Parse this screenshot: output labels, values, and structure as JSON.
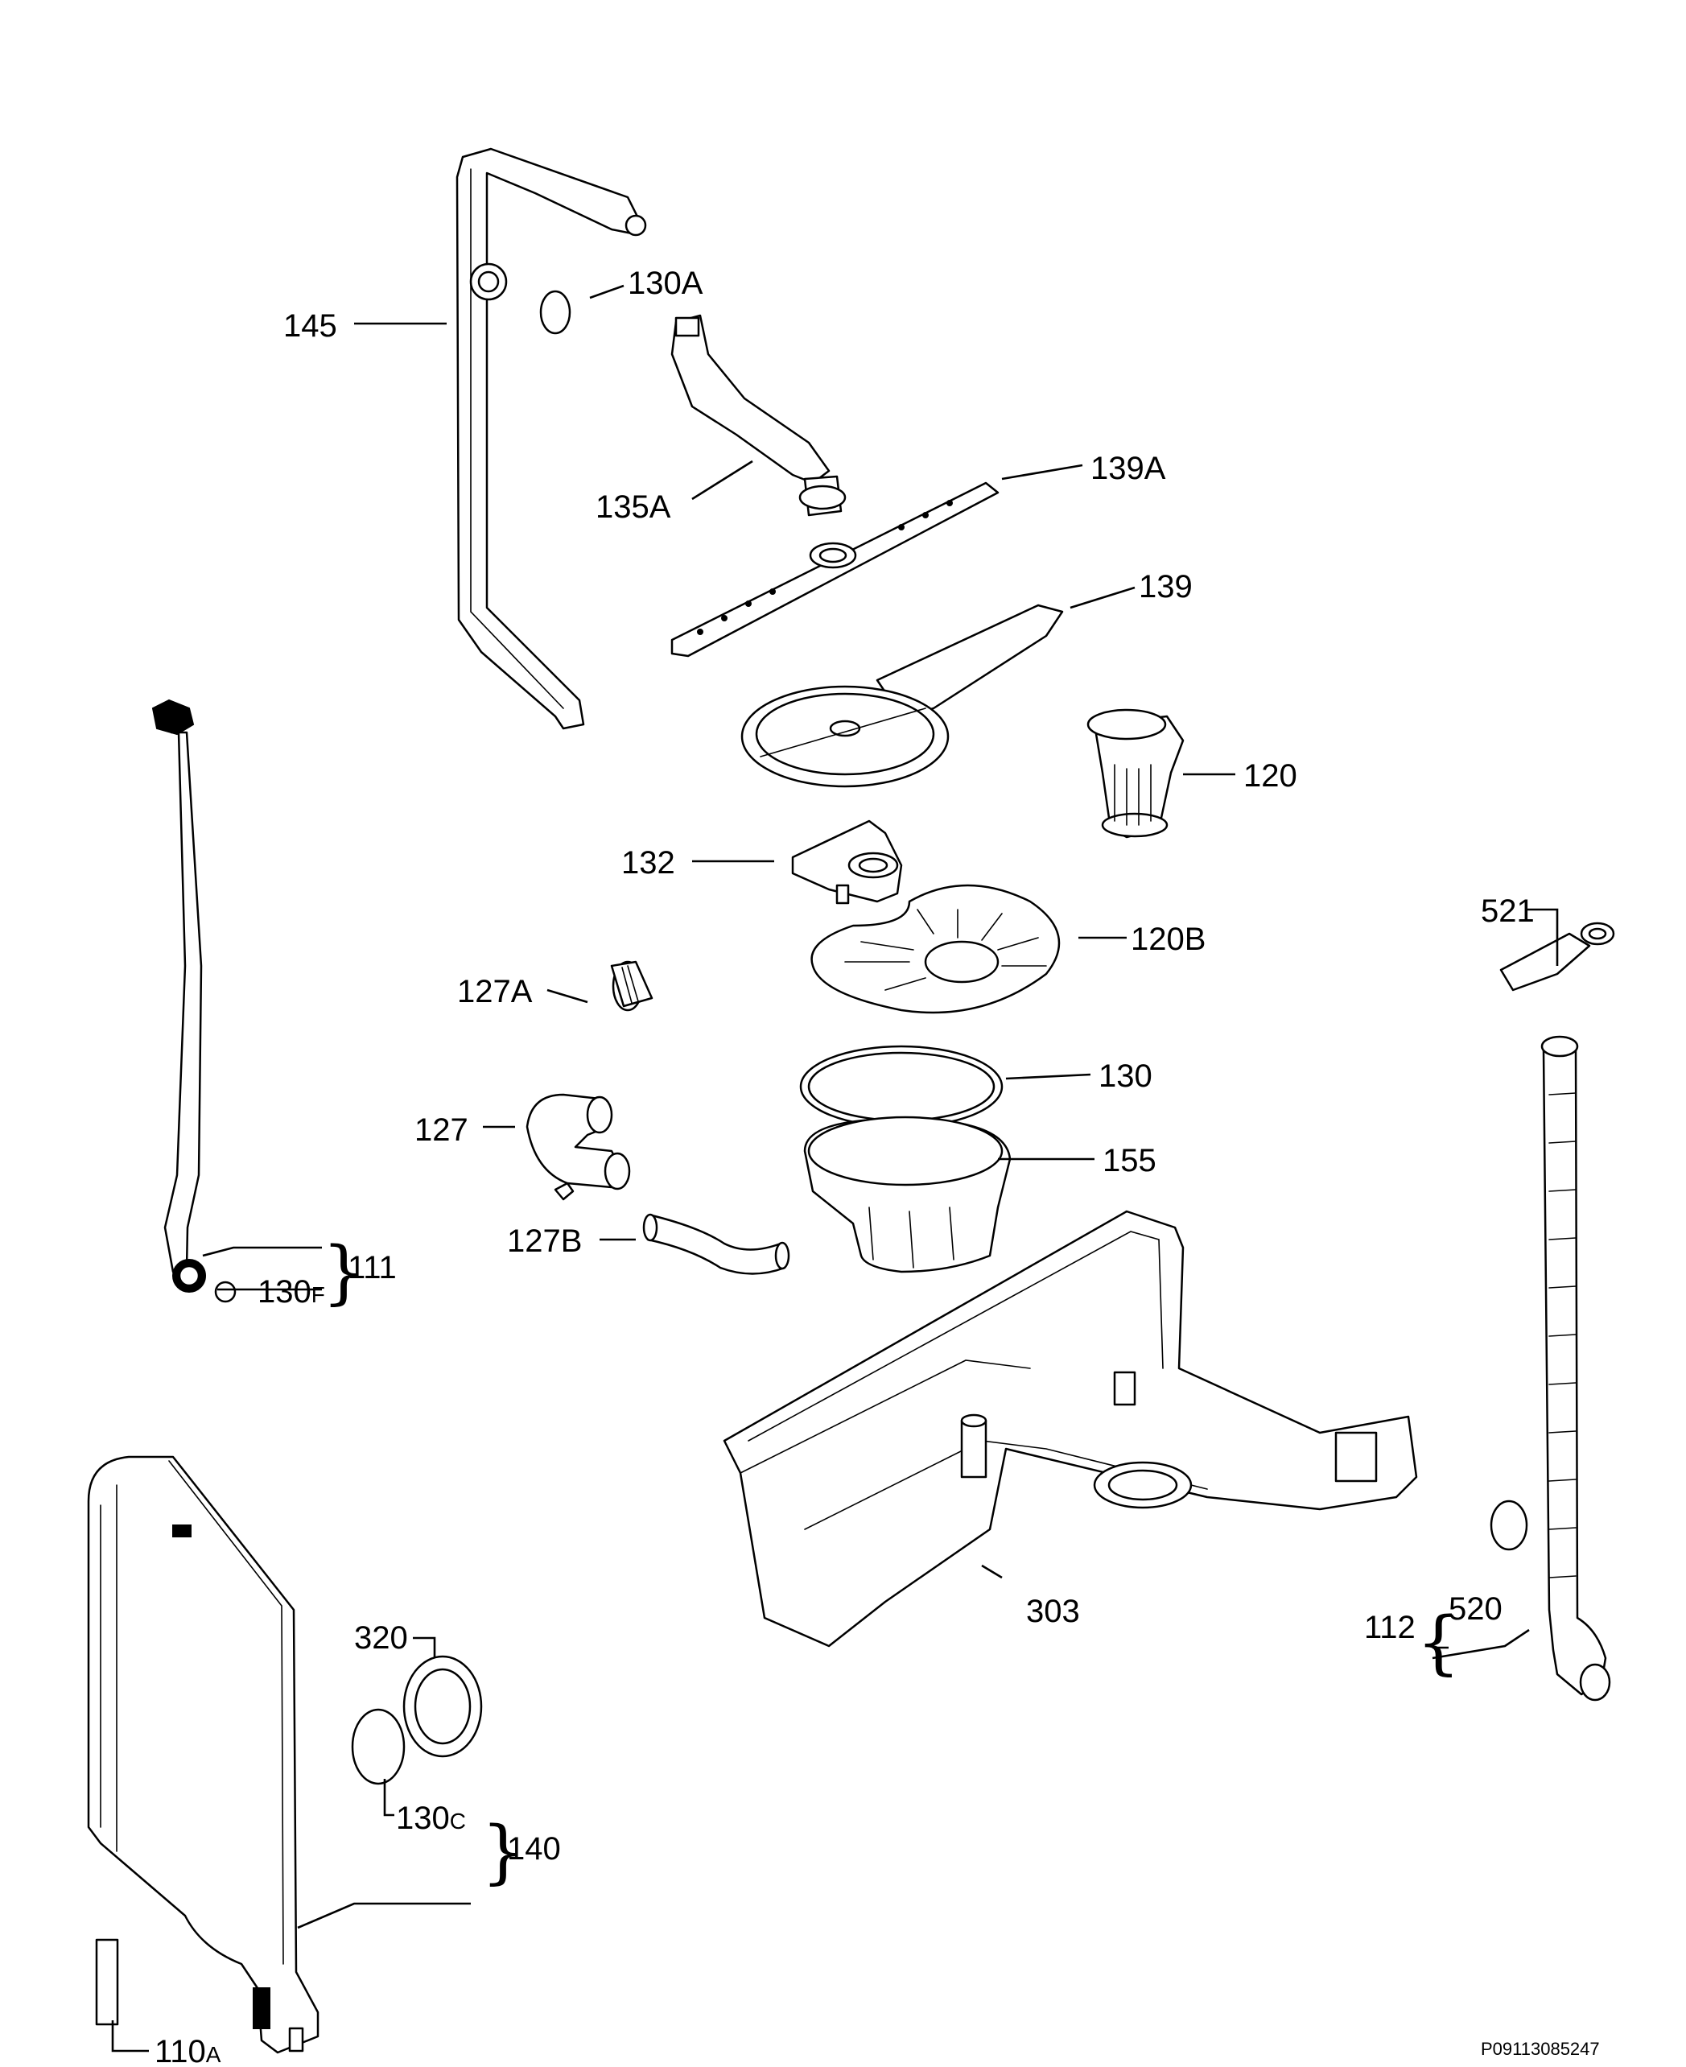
{
  "callouts": {
    "c145": "145",
    "c130a": "130A",
    "c135a": "135A",
    "c139a": "139A",
    "c139": "139",
    "c120": "120",
    "c132": "132",
    "c521": "521",
    "c120b": "120B",
    "c127a": "127A",
    "c130": "130",
    "c127": "127",
    "c155": "155",
    "c127b": "127B",
    "c130f": "130",
    "c130f_suffix": "F",
    "c111": "111",
    "c303": "303",
    "c112": "112",
    "c520": "520",
    "c320": "320",
    "c130c": "130",
    "c130c_suffix": "C",
    "c140": "140",
    "c110a": "110",
    "c110a_suffix": "A"
  },
  "braces": {
    "b111": "}",
    "b112": "{",
    "b140": "}"
  },
  "document_code": "P09113085247"
}
